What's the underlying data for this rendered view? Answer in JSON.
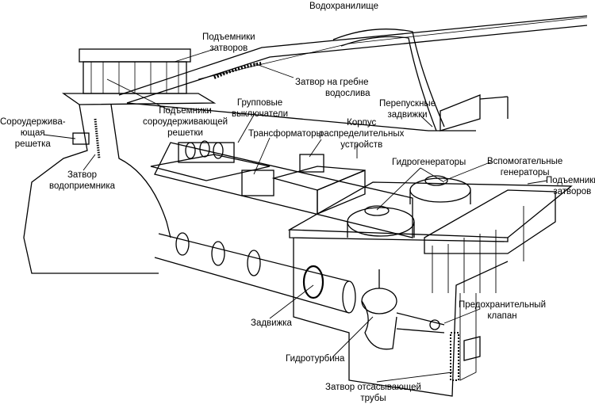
{
  "labels": {
    "reservoir": "Водохранилище",
    "gate_hoists_top": [
      "Подъемники",
      "затворов"
    ],
    "spillway_crest_gate": [
      "Затвор на гребне",
      "водослива"
    ],
    "bypass_valves": [
      "Перепускные",
      "задвижки"
    ],
    "group_switches": [
      "Групповые",
      "выключатели"
    ],
    "trash_rack_hoists": [
      "Подъемники",
      "сороудерживающей",
      "решетки"
    ],
    "trash_rack": [
      "Сороудержива-",
      "ющая",
      "решетка"
    ],
    "switchgear_building": [
      "Корпус",
      "распределительных",
      "устройств"
    ],
    "transformers": "Трансформаторы",
    "intake_gate": [
      "Затвор",
      "водоприемника"
    ],
    "hydrogenerators": "Гидрогенераторы",
    "auxiliary_generators": [
      "Вспомогательные",
      "генераторы"
    ],
    "gate_hoists_right": [
      "Подъемники",
      "затворов"
    ],
    "relief_valve": [
      "Предохранительный",
      "клапан"
    ],
    "gate_valve": "Задвижка",
    "hydroturbine": "Гидротурбина",
    "draft_tube_gate": [
      "Затвор отсасывающей",
      "трубы"
    ]
  }
}
